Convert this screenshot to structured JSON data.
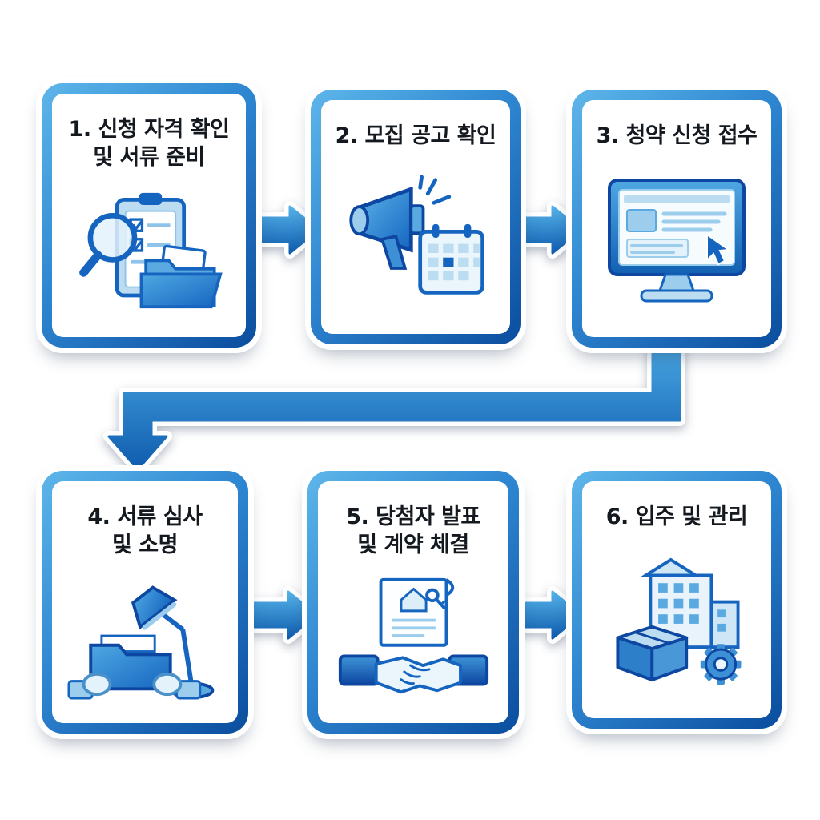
{
  "diagram": {
    "type": "process-flowchart",
    "language": "ko",
    "steps": [
      {
        "number": 1,
        "label_line1": "1. 신청 자격 확인",
        "label_line2": "및 서류 준비",
        "icon": "checklist-magnifier-folder-icon"
      },
      {
        "number": 2,
        "label_line1": "2. 모집 공고 확인",
        "label_line2": "",
        "icon": "megaphone-calendar-icon"
      },
      {
        "number": 3,
        "label_line1": "3. 청약 신청 접수",
        "label_line2": "",
        "icon": "computer-application-icon"
      },
      {
        "number": 4,
        "label_line1": "4. 서류 심사",
        "label_line2": "및 소명",
        "icon": "document-review-lamp-icon"
      },
      {
        "number": 5,
        "label_line1": "5. 당첨자 발표",
        "label_line2": "및 계약 체결",
        "icon": "contract-handshake-icon"
      },
      {
        "number": 6,
        "label_line1": "6. 입주 및 관리",
        "label_line2": "",
        "icon": "building-box-gear-icon"
      }
    ],
    "flow": [
      "1→2",
      "2→3",
      "3→4 (elbow down-left-down)",
      "4→5",
      "5→6"
    ],
    "colors": {
      "background": "#ffffff",
      "border_light": "#5eb6ea",
      "border_dark": "#0b4d9e",
      "arrow_light": "#55b2e8",
      "arrow_dark": "#0f5cae",
      "text": "#14181f"
    }
  }
}
